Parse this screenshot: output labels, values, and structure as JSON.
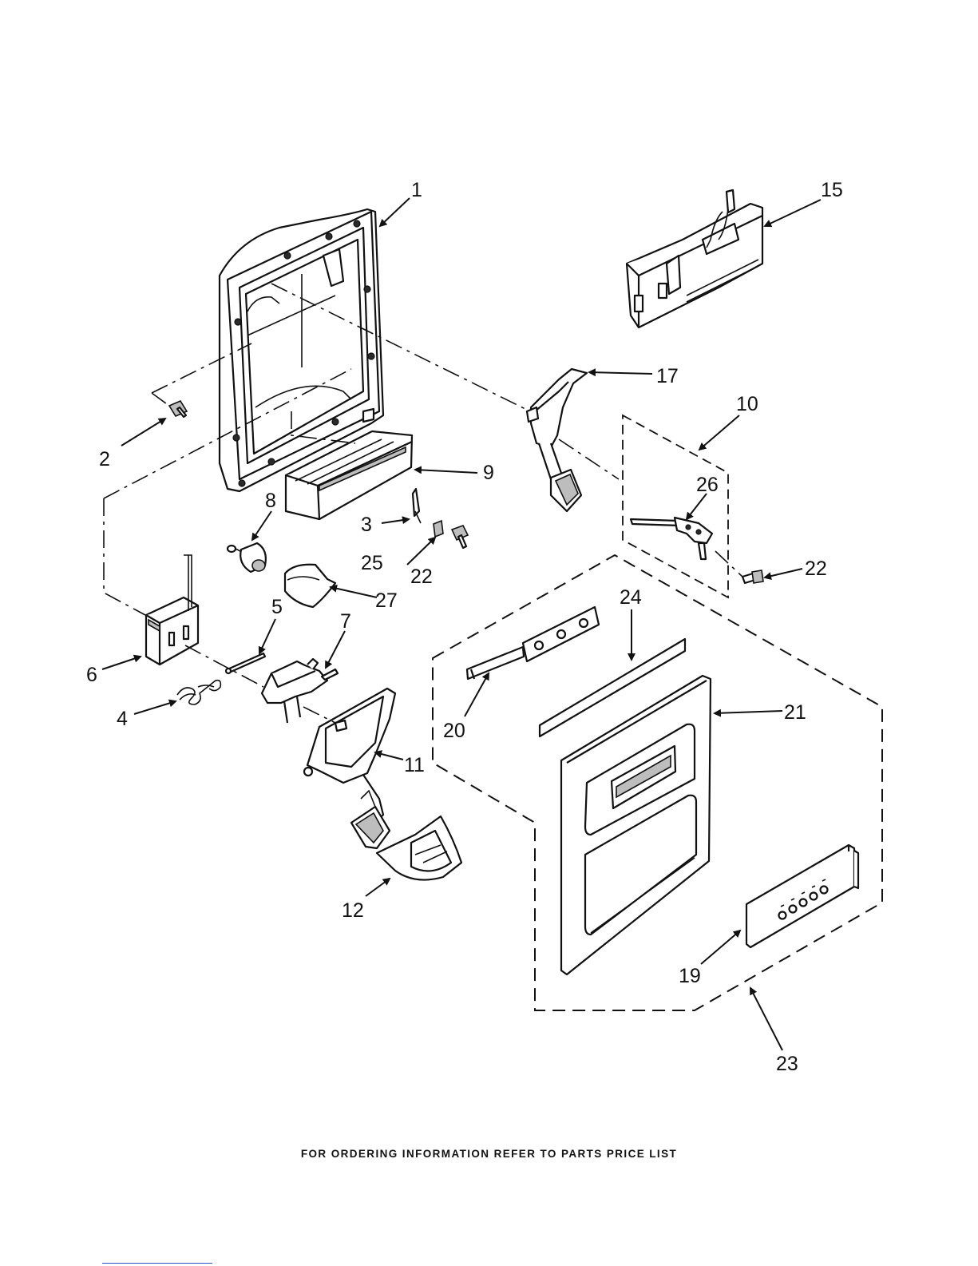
{
  "footer": {
    "note": "FOR ORDERING INFORMATION REFER TO PARTS PRICE LIST"
  },
  "callouts": {
    "c1": "1",
    "c2": "2",
    "c3": "3",
    "c4": "4",
    "c5": "5",
    "c6": "6",
    "c7": "7",
    "c8": "8",
    "c9": "9",
    "c10": "10",
    "c11": "11",
    "c12": "12",
    "c15": "15",
    "c17": "17",
    "c19": "19",
    "c20": "20",
    "c21": "21",
    "c22a": "22",
    "c22b": "22",
    "c23": "23",
    "c24": "24",
    "c25": "25",
    "c26": "26",
    "c27": "27"
  }
}
